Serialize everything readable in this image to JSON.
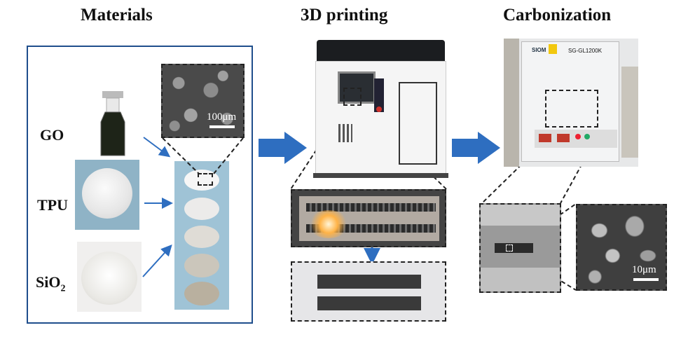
{
  "titles": {
    "materials": "Materials",
    "printing": "3D printing",
    "carbonization": "Carbonization"
  },
  "materials": {
    "go": "GO",
    "tpu": "TPU",
    "sio2_base": "SiO",
    "sio2_sub": "2"
  },
  "scale_bars": {
    "sem_materials": "100μm",
    "sem_carbon": "10μm"
  },
  "furnace": {
    "brand": "SIOM",
    "model": "SG-GL1200K"
  },
  "colors": {
    "frame_blue": "#1f4e8c",
    "arrow_blue": "#2e6ec0"
  }
}
